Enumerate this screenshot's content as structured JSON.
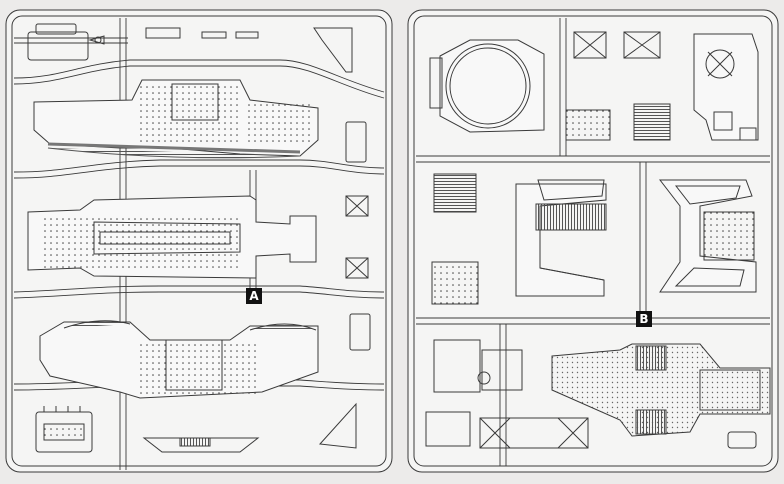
{
  "sheet": {
    "frames": [
      {
        "id": "frame-a",
        "letter": "A"
      },
      {
        "id": "frame-b",
        "letter": "B"
      }
    ]
  },
  "colors": {
    "paper": "#ecebea",
    "line": "#3a3a3a",
    "sprue": "#f5f5f4",
    "hatch": "#555555",
    "badge": "#111111"
  },
  "icons": {
    "part-number-tags": "small-square-tag",
    "rivets": "dot-pattern",
    "grilles": "hatched-rectangle"
  }
}
